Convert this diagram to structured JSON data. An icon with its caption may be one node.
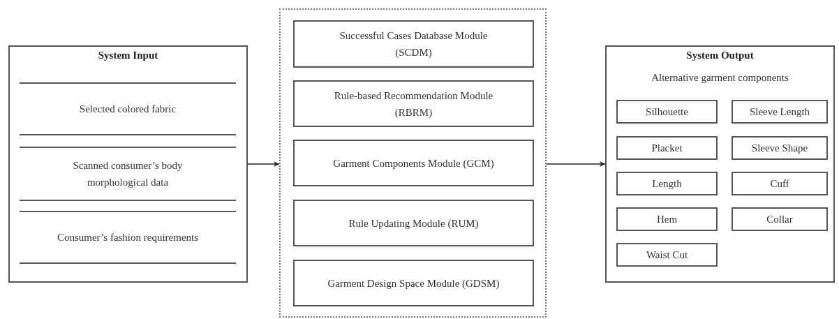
{
  "diagram": {
    "nodes": [
      {
        "text": [
          "System Input"
        ]
      },
      {
        "text": [
          "Selected colored fabric"
        ],
        "in": 0
      },
      {
        "text": [
          "Scanned consumer’s body morphological data"
        ],
        "in": 0
      },
      {
        "text": [
          "Consumer’s fashion requirements"
        ],
        "in": 0
      },
      {
        "text": [],
        "shape": "box"
      },
      {
        "text": [
          "Successful Cases Database Module (SCDM)"
        ],
        "in": 4
      },
      {
        "text": [
          "Rule-based Recommendation Module (RBRM)"
        ],
        "in": 4
      },
      {
        "text": [
          "Garment Components Module (GCM)"
        ],
        "in": 4
      },
      {
        "text": [
          "Rule Updating Module (RUM)"
        ],
        "in": 4
      },
      {
        "text": [
          "Garment Design Space Module (GDSM)"
        ],
        "in": 4
      },
      {
        "text": [
          "System Output",
          "Alternative garment components"
        ]
      },
      {
        "text": [
          "Silhouette"
        ],
        "in": 10
      },
      {
        "text": [
          "Sleeve Length"
        ],
        "in": 10
      },
      {
        "text": [
          "Placket"
        ],
        "in": 10
      },
      {
        "text": [
          "Sleeve Shape"
        ],
        "in": 10
      },
      {
        "text": [
          "Length"
        ],
        "in": 10
      },
      {
        "text": [
          "Cuff"
        ],
        "in": 10
      },
      {
        "text": [
          "Hem"
        ],
        "in": 10
      },
      {
        "text": [
          "Collar"
        ],
        "in": 10
      },
      {
        "text": [
          "Waist Cut"
        ],
        "in": 10
      }
    ],
    "edges": [
      {
        "from": 0,
        "to": 4,
        "arrow": "to"
      },
      {
        "from": 4,
        "to": 10,
        "arrow": "to"
      }
    ]
  }
}
